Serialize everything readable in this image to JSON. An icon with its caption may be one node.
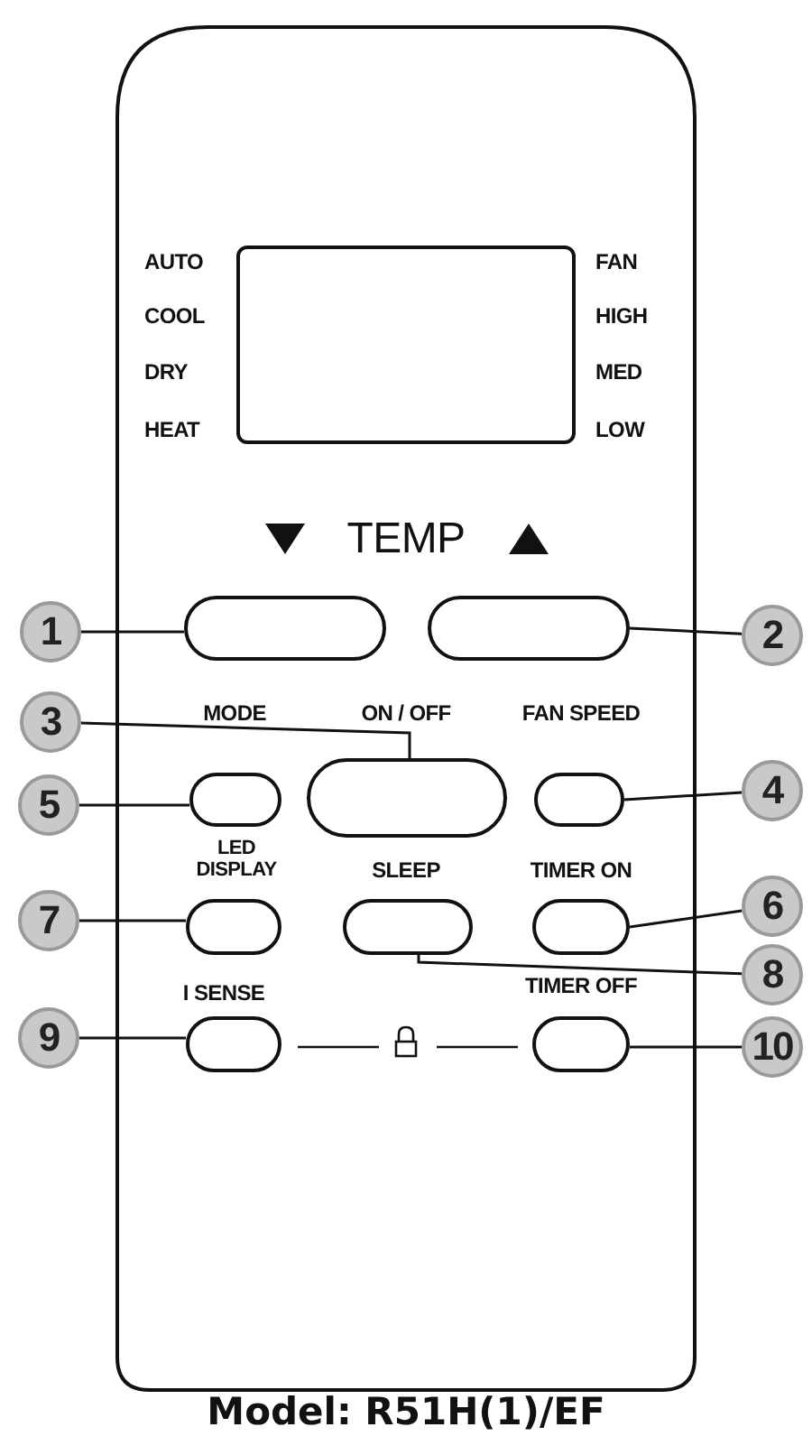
{
  "diagram": {
    "caption": "Model: R51H(1)/EF",
    "nodes": [
      {
        "text": [
          "1"
        ]
      },
      {
        "text": [],
        "shape": "box"
      },
      {
        "text": [],
        "shape": "box"
      },
      {
        "text": [
          "2"
        ]
      },
      {
        "text": [
          "3"
        ]
      },
      {
        "text": [
          "5"
        ]
      },
      {
        "text": [],
        "shape": "box"
      },
      {
        "text": [],
        "shape": "box"
      },
      {
        "text": [],
        "shape": "box"
      },
      {
        "text": [
          "4"
        ]
      },
      {
        "text": [
          "7"
        ]
      },
      {
        "text": [],
        "shape": "box"
      },
      {
        "text": [],
        "shape": "box"
      },
      {
        "text": [],
        "shape": "box"
      },
      {
        "text": [
          "6"
        ]
      },
      {
        "text": [
          "8"
        ]
      },
      {
        "text": [
          "9"
        ]
      },
      {
        "text": [],
        "shape": "box"
      },
      {
        "text": [],
        "shape": "box"
      },
      {
        "text": [
          "10"
        ]
      }
    ],
    "edges": [
      {
        "from": 0,
        "to": 1,
        "arrow": "none"
      },
      {
        "from": 3,
        "to": 2,
        "arrow": "none"
      },
      {
        "from": 4,
        "to": 7,
        "arrow": "none"
      },
      {
        "from": 5,
        "to": 6,
        "arrow": "none"
      },
      {
        "from": 9,
        "to": 8,
        "arrow": "none"
      },
      {
        "from": 10,
        "to": 11,
        "arrow": "none"
      },
      {
        "from": 14,
        "to": 13,
        "arrow": "none"
      },
      {
        "from": 15,
        "to": 12,
        "arrow": "none"
      },
      {
        "from": 16,
        "to": 17,
        "arrow": "none"
      },
      {
        "from": 19,
        "to": 18,
        "arrow": "none"
      }
    ],
    "labels": [
      "AUTO",
      "COOL",
      "DRY",
      "HEAT",
      "FAN",
      "HIGH",
      "MED",
      "LOW",
      "TEMP",
      "MODE",
      "ON / OFF",
      "FAN SPEED",
      "LED DISPLAY",
      "SLEEP",
      "TIMER ON",
      "I SENSE",
      "TIMER OFF"
    ]
  }
}
